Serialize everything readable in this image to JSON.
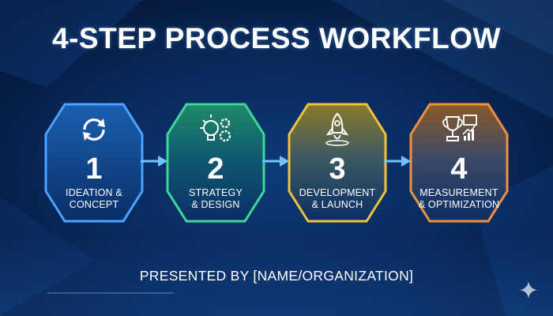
{
  "title": "4-STEP PROCESS WORKFLOW",
  "steps": [
    {
      "number": "1",
      "line1": "IDEATION &",
      "line2": "CONCEPT",
      "icon": "refresh-cycle-icon",
      "color": "#2e8df0"
    },
    {
      "number": "2",
      "line1": "STRATEGY",
      "line2": "& DESIGN",
      "icon": "lightbulb-gears-icon",
      "color": "#35c98a"
    },
    {
      "number": "3",
      "line1": "DEVELOPMENT",
      "line2": "& LAUNCH",
      "icon": "rocket-icon",
      "color": "#e8b83a"
    },
    {
      "number": "4",
      "line1": "MEASUREMENT",
      "line2": "& OPTIMIZATION",
      "icon": "trophy-chart-icon",
      "color": "#e88a3a"
    }
  ],
  "presented_by": "PRESENTED BY [NAME/ORGANIZATION]",
  "colors": {
    "background": "#061a3a",
    "arrow": "#6fc3ff"
  }
}
